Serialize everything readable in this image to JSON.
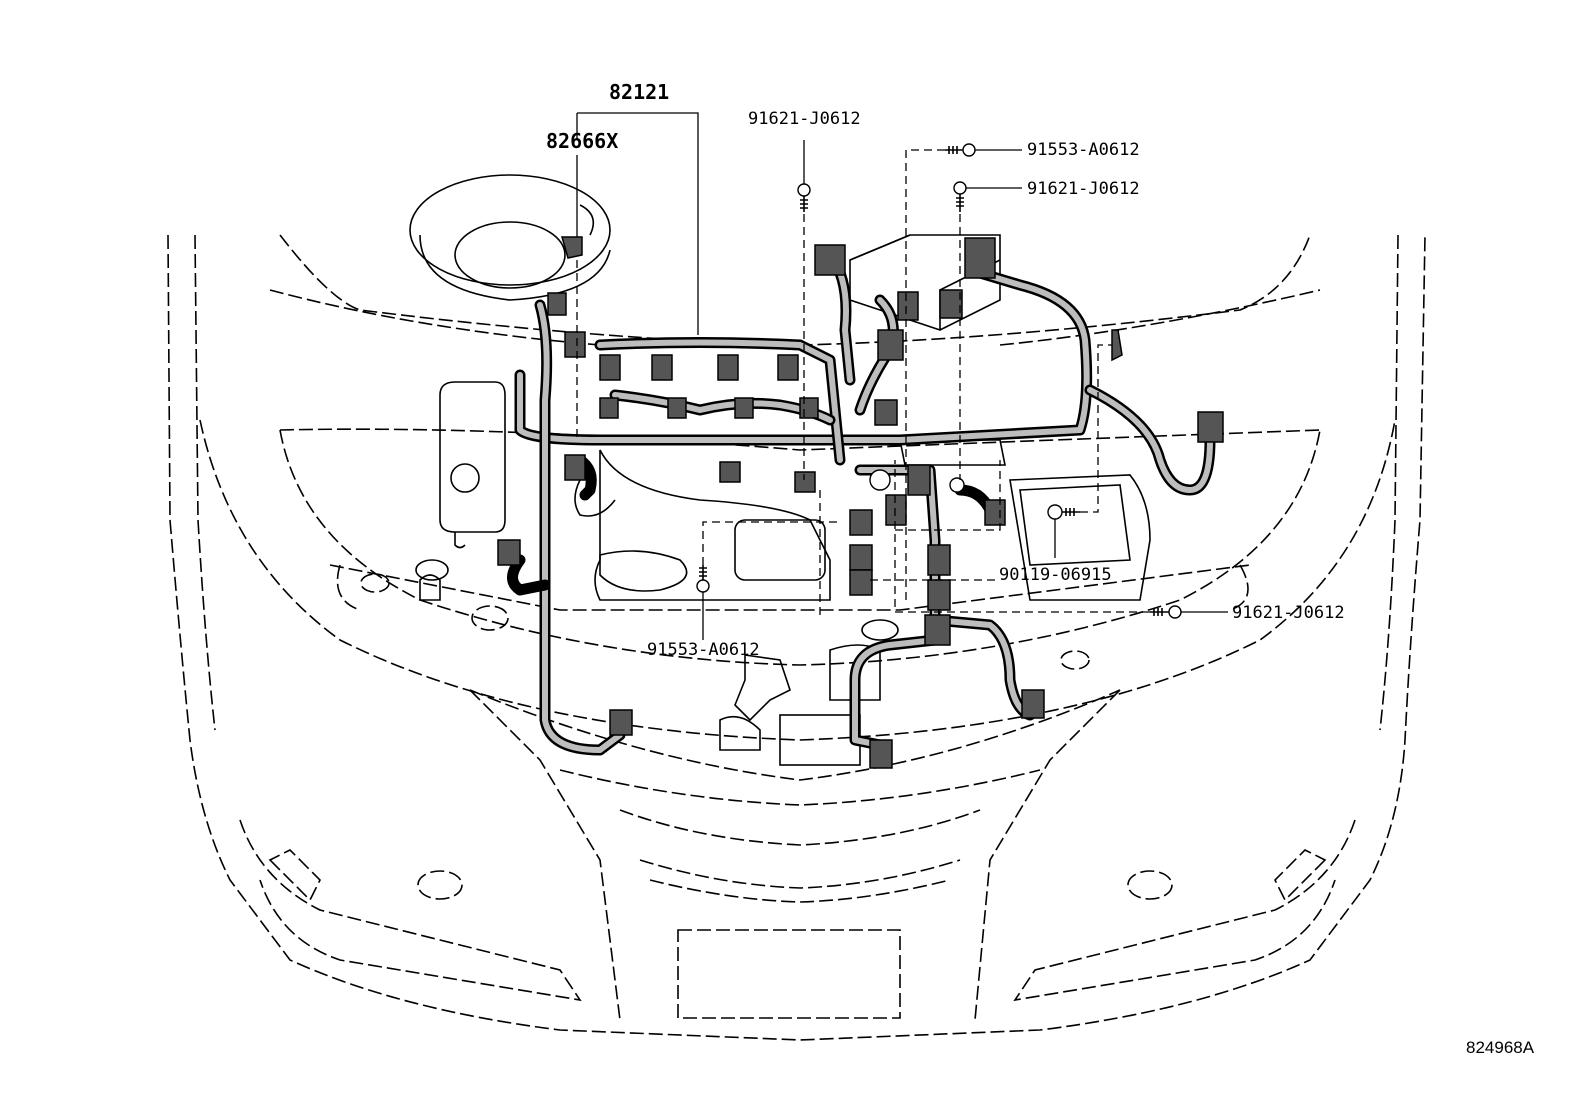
{
  "diagram": {
    "part_labels": {
      "harness_assembly": "82121",
      "harness_sub": "82666X",
      "bolt_top_center": "91621-J0612",
      "bolt_top_right_1": "91553-A0612",
      "bolt_top_right_2": "91621-J0612",
      "clip_right": "90119-06915",
      "bolt_center_lower": "91553-A0612",
      "bolt_right_lower": "91621-J0612"
    },
    "illustration_id": "824968A"
  }
}
